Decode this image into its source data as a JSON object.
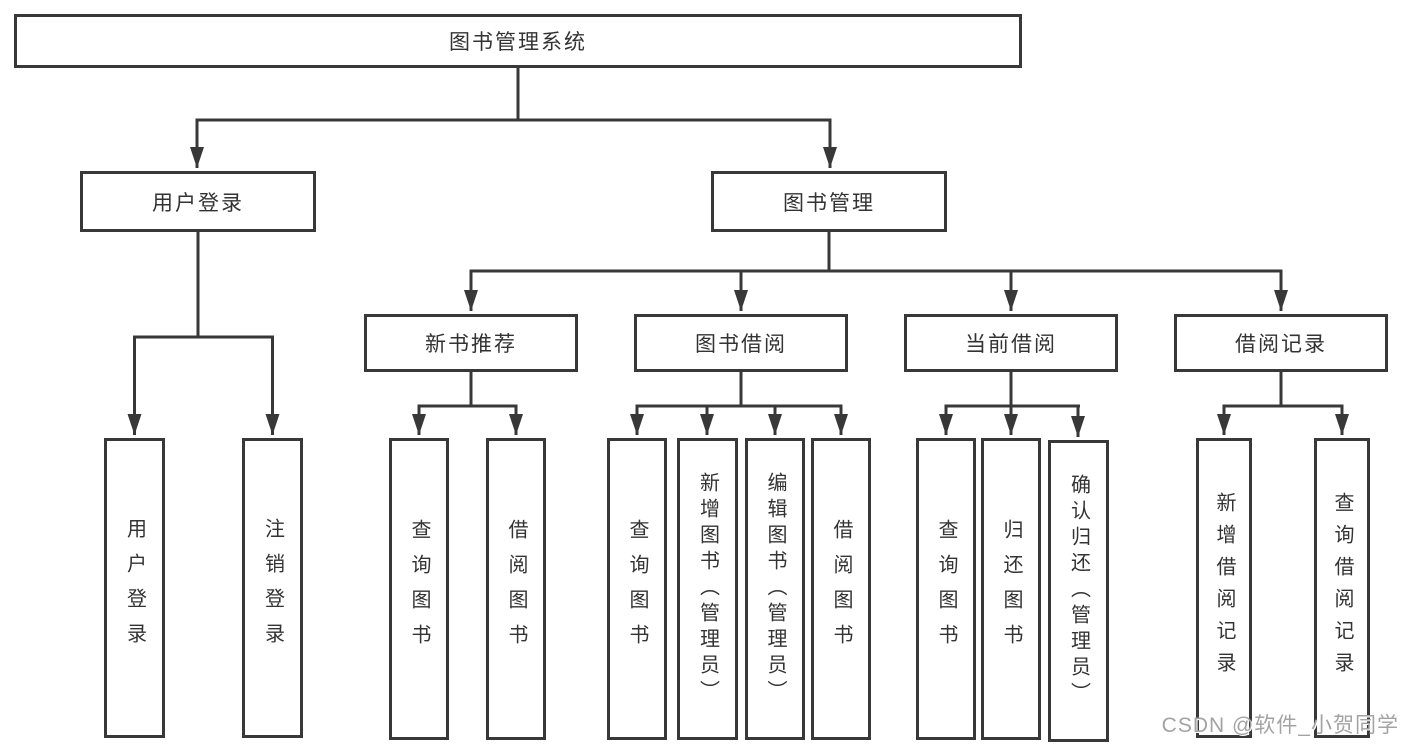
{
  "tree": {
    "root": "图书管理系统",
    "login": {
      "label": "用户登录",
      "children": [
        "用户登录",
        "注销登录"
      ]
    },
    "mgmt": {
      "label": "图书管理",
      "sections": [
        {
          "label": "新书推荐",
          "children": [
            "查询图书",
            "借阅图书"
          ]
        },
        {
          "label": "图书借阅",
          "children": [
            "查询图书",
            "新增图书（管理员）",
            "编辑图书（管理员）",
            "借阅图书"
          ]
        },
        {
          "label": "当前借阅",
          "children": [
            "查询图书",
            "归还图书",
            "确认归还（管理员）"
          ]
        },
        {
          "label": "借阅记录",
          "children": [
            "新增借阅记录",
            "查询借阅记录"
          ]
        }
      ]
    }
  },
  "watermark": "CSDN @软件_小贺同学",
  "colors": {
    "line": "#383838",
    "text": "#333333",
    "background": "#ffffff",
    "watermark": "#a3a3a3"
  }
}
